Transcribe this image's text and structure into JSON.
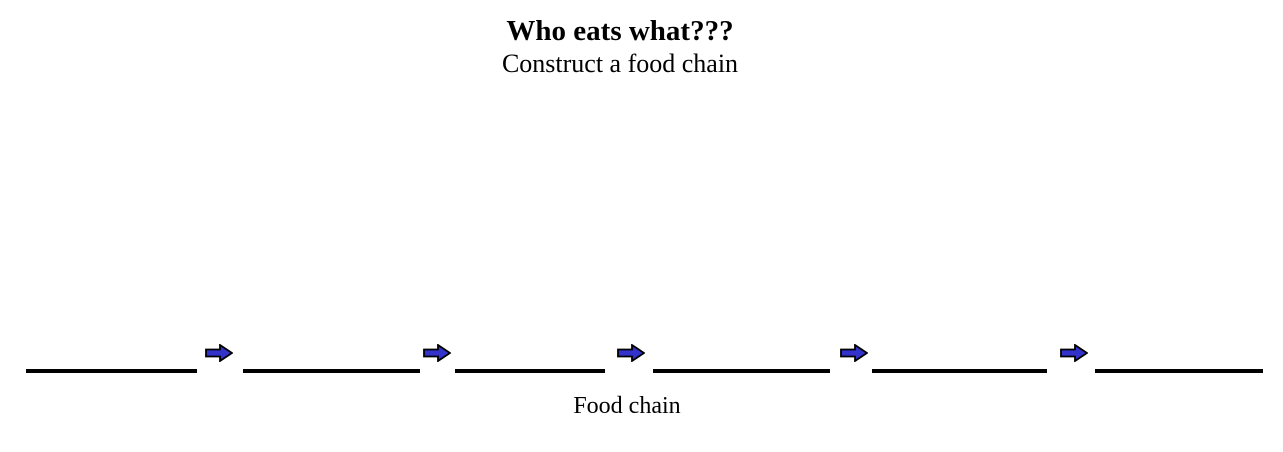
{
  "page": {
    "title": "Who eats what???",
    "subtitle": "Construct a food chain"
  },
  "food_chain": {
    "caption": "Food chain",
    "blank_count": 6,
    "arrow_count": 5,
    "arrow_direction": "right",
    "arrow_fill_color": "#3333CC",
    "arrow_outline_color": "#000000",
    "blank_line_color": "#000000"
  }
}
